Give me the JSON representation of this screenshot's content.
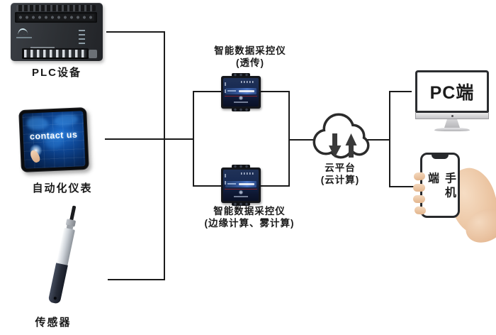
{
  "diagram_title": "",
  "nodes": {
    "plc": {
      "label": "PLC设备"
    },
    "hmi": {
      "label": "自动化仪表",
      "screen_text": "contact us"
    },
    "sensor": {
      "label": "传感器"
    },
    "gateway_top": {
      "title": "智能数据采控仪",
      "subtitle": "(透传)"
    },
    "gateway_bottom": {
      "title": "智能数据采控仪",
      "subtitle": "(边缘计算、雾计算)"
    },
    "cloud": {
      "title": "云平台",
      "subtitle": "(云计算)"
    },
    "pc": {
      "label": "PC端"
    },
    "phone": {
      "label": "手机端"
    }
  },
  "colors": {
    "connector_line": "#1b1b1b",
    "cloud_outline": "#2b2b2b",
    "arrow_fill": "#3a3a3a",
    "gateway_panel_blue": "#182a52",
    "hmi_screen_blue": "#0d4490",
    "label_text": "#1a1a1a",
    "skin_tone": "#eac29e"
  }
}
